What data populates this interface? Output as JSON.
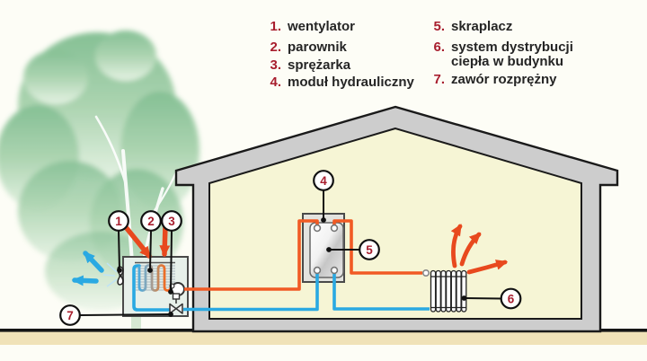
{
  "legend": {
    "left": [
      {
        "num": "1.",
        "label": "wentylator"
      },
      {
        "num": "2.",
        "label": "parownik"
      },
      {
        "num": "3.",
        "label": "sprężarka"
      },
      {
        "num": "4.",
        "label": "moduł hydrauliczny"
      }
    ],
    "right": [
      {
        "num": "5.",
        "label": "skraplacz"
      },
      {
        "num": "6.",
        "label": "system dystrybucji"
      },
      {
        "num": "",
        "label": "ciepła w budynku"
      },
      {
        "num": "7.",
        "label": "zawór rozprężny"
      }
    ]
  },
  "callouts": {
    "c1": "1",
    "c2": "2",
    "c3": "3",
    "c4": "4",
    "c5": "5",
    "c6": "6",
    "c7": "7"
  },
  "colors": {
    "hot_pipe": "#f15a24",
    "cold_pipe": "#2aa9e2",
    "callout_number": "#a81e2e",
    "house_wall": "#cdcdcd",
    "interior": "#f6f5d5",
    "ground_band": "#f0e2b8",
    "tree_green": "#8cc49a",
    "unit_fill": "#e7f0ea"
  }
}
